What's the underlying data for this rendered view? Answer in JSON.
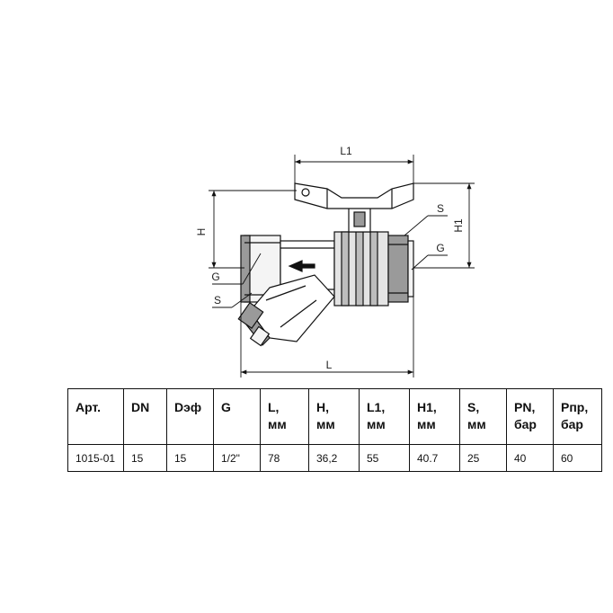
{
  "drawing": {
    "dimensions": {
      "L1": "L1",
      "H": "H",
      "H1": "H1",
      "L": "L"
    },
    "callouts": {
      "G_left": "G",
      "S_left": "S",
      "S_right": "S",
      "G_right": "G"
    }
  },
  "table": {
    "headers": [
      [
        "Арт."
      ],
      [
        "DN"
      ],
      [
        "Dэф"
      ],
      [
        "G"
      ],
      [
        "L,",
        "мм"
      ],
      [
        "H,",
        "мм"
      ],
      [
        "L1,",
        "мм"
      ],
      [
        "H1,",
        "мм"
      ],
      [
        "S,",
        "мм"
      ],
      [
        "PN,",
        "бар"
      ],
      [
        "Рпр,",
        "бар"
      ]
    ],
    "rows": [
      [
        "1015-01",
        "15",
        "15",
        "1/2\"",
        "78",
        "36,2",
        "55",
        "40.7",
        "25",
        "40",
        "60"
      ]
    ]
  },
  "colors": {
    "line": "#111111",
    "shade": "#9a9a9a"
  }
}
